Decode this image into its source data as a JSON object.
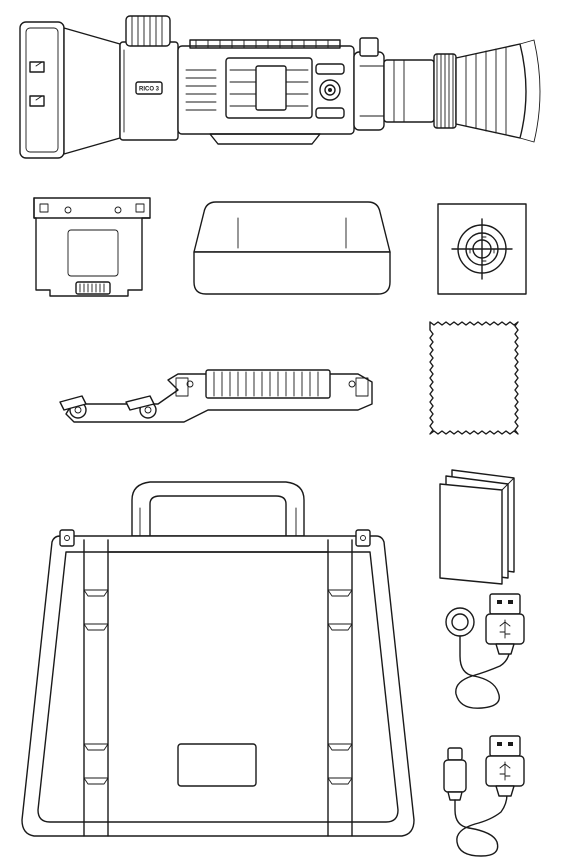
{
  "scope": {
    "model_label": "RICO 3"
  },
  "items": [
    {
      "id": "thermal-scope",
      "icon": "thermal-riflescope-icon"
    },
    {
      "id": "battery-pack",
      "icon": "battery-pack-icon"
    },
    {
      "id": "lens-cover",
      "icon": "lens-cover-icon"
    },
    {
      "id": "zeroing-target",
      "icon": "zeroing-target-icon"
    },
    {
      "id": "picatinny-mount",
      "icon": "picatinny-mount-icon"
    },
    {
      "id": "cleaning-cloth",
      "icon": "cleaning-cloth-icon"
    },
    {
      "id": "user-manual",
      "icon": "manual-booklet-icon"
    },
    {
      "id": "hard-case",
      "icon": "carrying-case-icon"
    },
    {
      "id": "magnetic-usb-cable",
      "icon": "magnetic-usb-cable-icon"
    },
    {
      "id": "micro-usb-cable",
      "icon": "micro-usb-cable-icon"
    }
  ]
}
